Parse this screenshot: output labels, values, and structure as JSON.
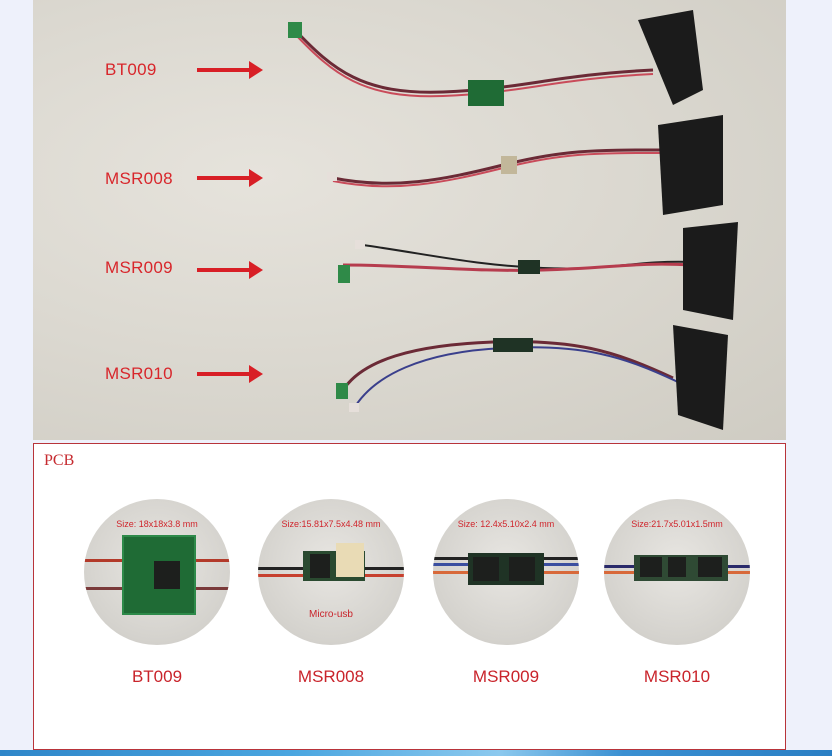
{
  "photo": {
    "labels": [
      {
        "text": "BT009"
      },
      {
        "text": "MSR008"
      },
      {
        "text": "MSR009"
      },
      {
        "text": "MSR010"
      }
    ],
    "label_color": "#d8262b"
  },
  "pcb": {
    "title": "PCB",
    "border_color": "#b8343a",
    "items": [
      {
        "name": "BT009",
        "size": "Size: 18x18x3.8 mm"
      },
      {
        "name": "MSR008",
        "size": "Size:15.81x7.5x4.48 mm",
        "annotation": "Micro-usb"
      },
      {
        "name": "MSR009",
        "size": "Size: 12.4x5.10x2.4 mm"
      },
      {
        "name": "MSR010",
        "size": "Size:21.7x5.01x1.5mm"
      }
    ]
  }
}
